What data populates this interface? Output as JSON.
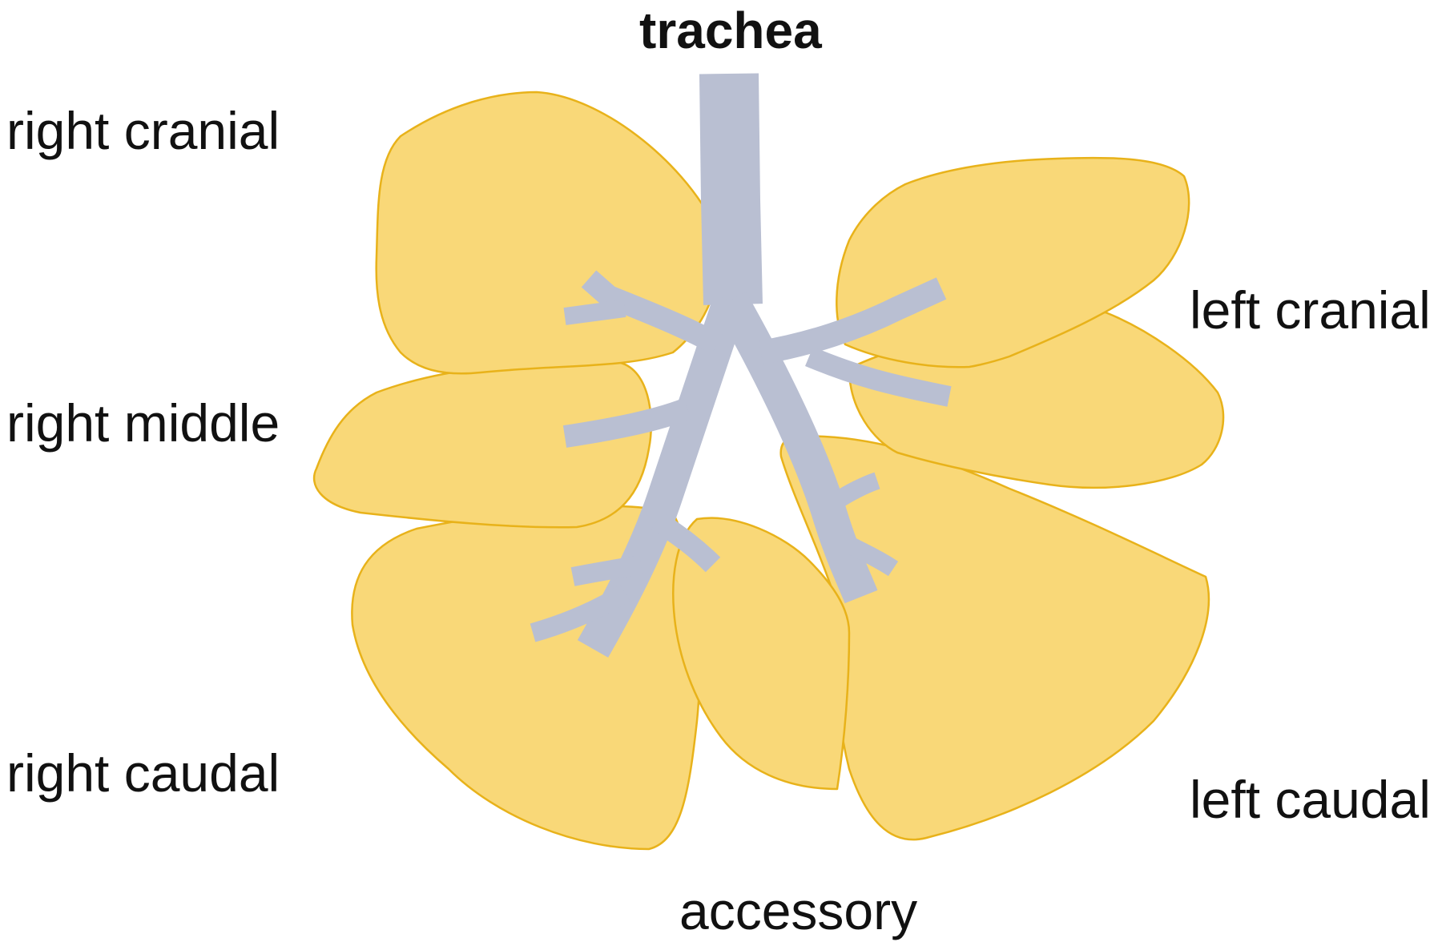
{
  "labels": {
    "trachea": "trachea",
    "right_cranial": "right cranial",
    "right_middle": "right middle",
    "right_caudal": "right caudal",
    "left_cranial": "left cranial",
    "left_caudal": "left caudal",
    "accessory": "accessory"
  },
  "colors": {
    "lobe_fill": "#f9d878",
    "lobe_outline": "#e8b21a",
    "airway": "#b9bfd2",
    "background": "#ffffff"
  }
}
